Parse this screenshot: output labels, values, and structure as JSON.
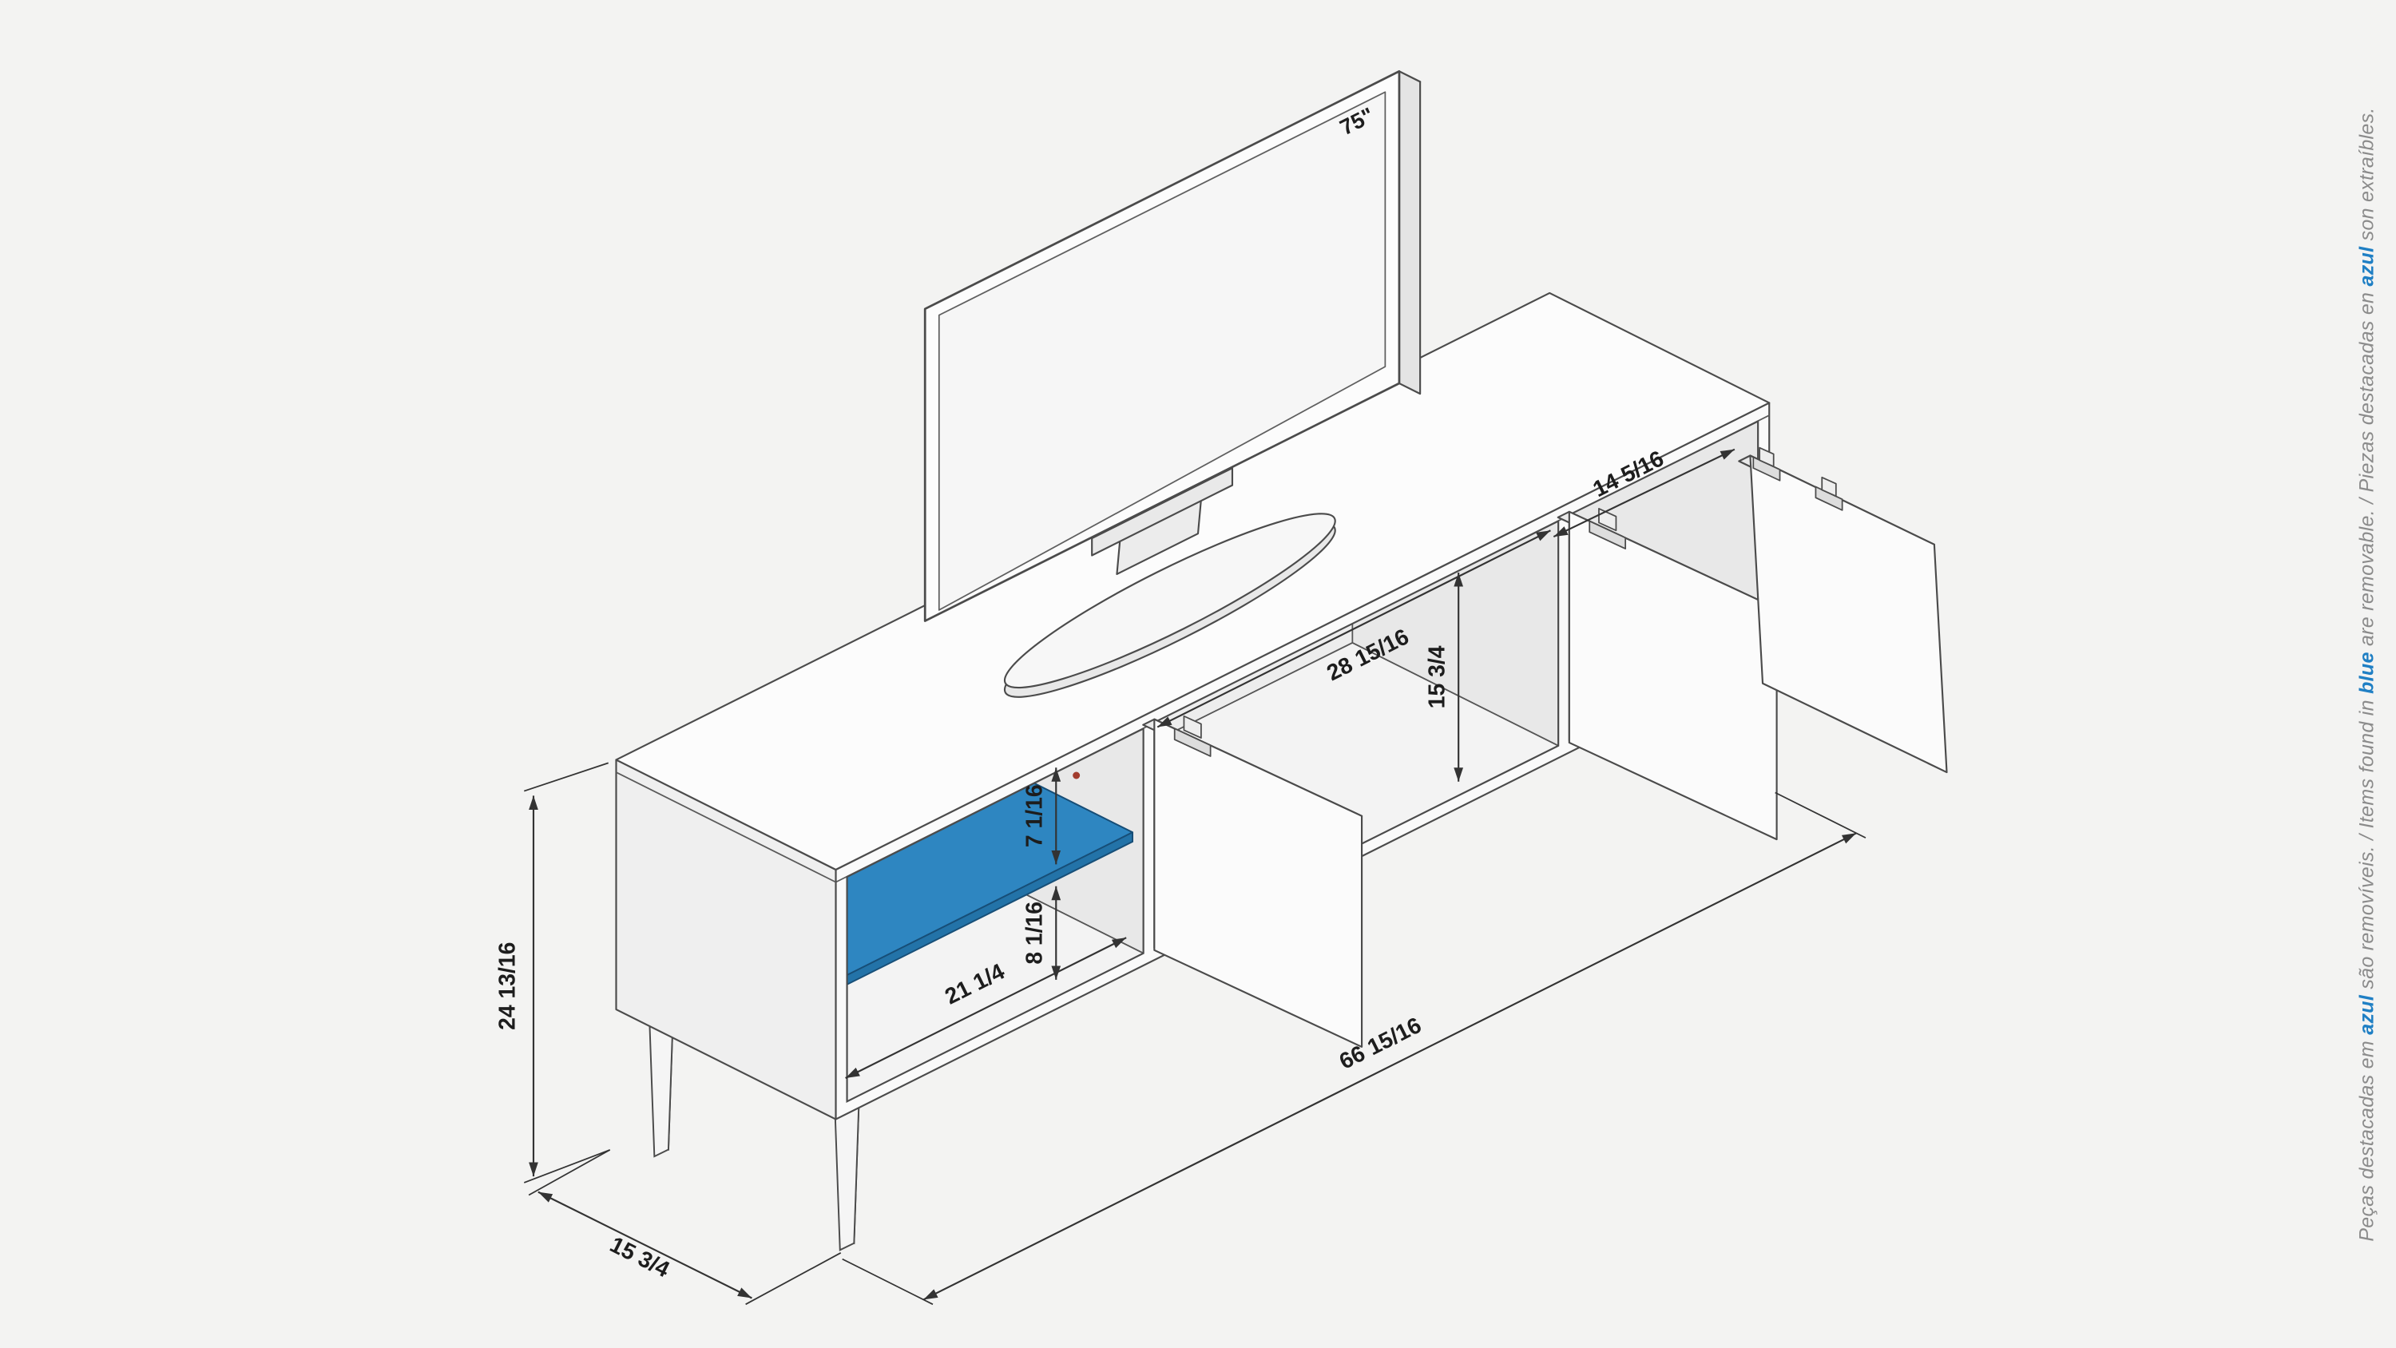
{
  "accent_blue": "#2e86c1",
  "diagram": {
    "tv_size_label": "75\"",
    "dimensions": {
      "overall_height": "24 13/16",
      "depth": "15 3/4",
      "overall_width": "66 15/16",
      "left_compartment_width": "21 1/4",
      "shelf_space_above": "7 1/16",
      "shelf_space_below": "8 1/16",
      "middle_interior_width": "28 15/16",
      "interior_height": "15 3/4",
      "door_width": "14 5/16"
    }
  },
  "side_note": {
    "pt_prefix": "Peças destacadas em ",
    "pt_highlight": "azul",
    "pt_suffix": " são removíveis. / ",
    "en_prefix": "Items found in ",
    "en_highlight": "blue",
    "en_suffix": " are removable. / ",
    "es_prefix": "Piezas destacadas en ",
    "es_highlight": "azul",
    "es_suffix": " son extraíbles."
  }
}
